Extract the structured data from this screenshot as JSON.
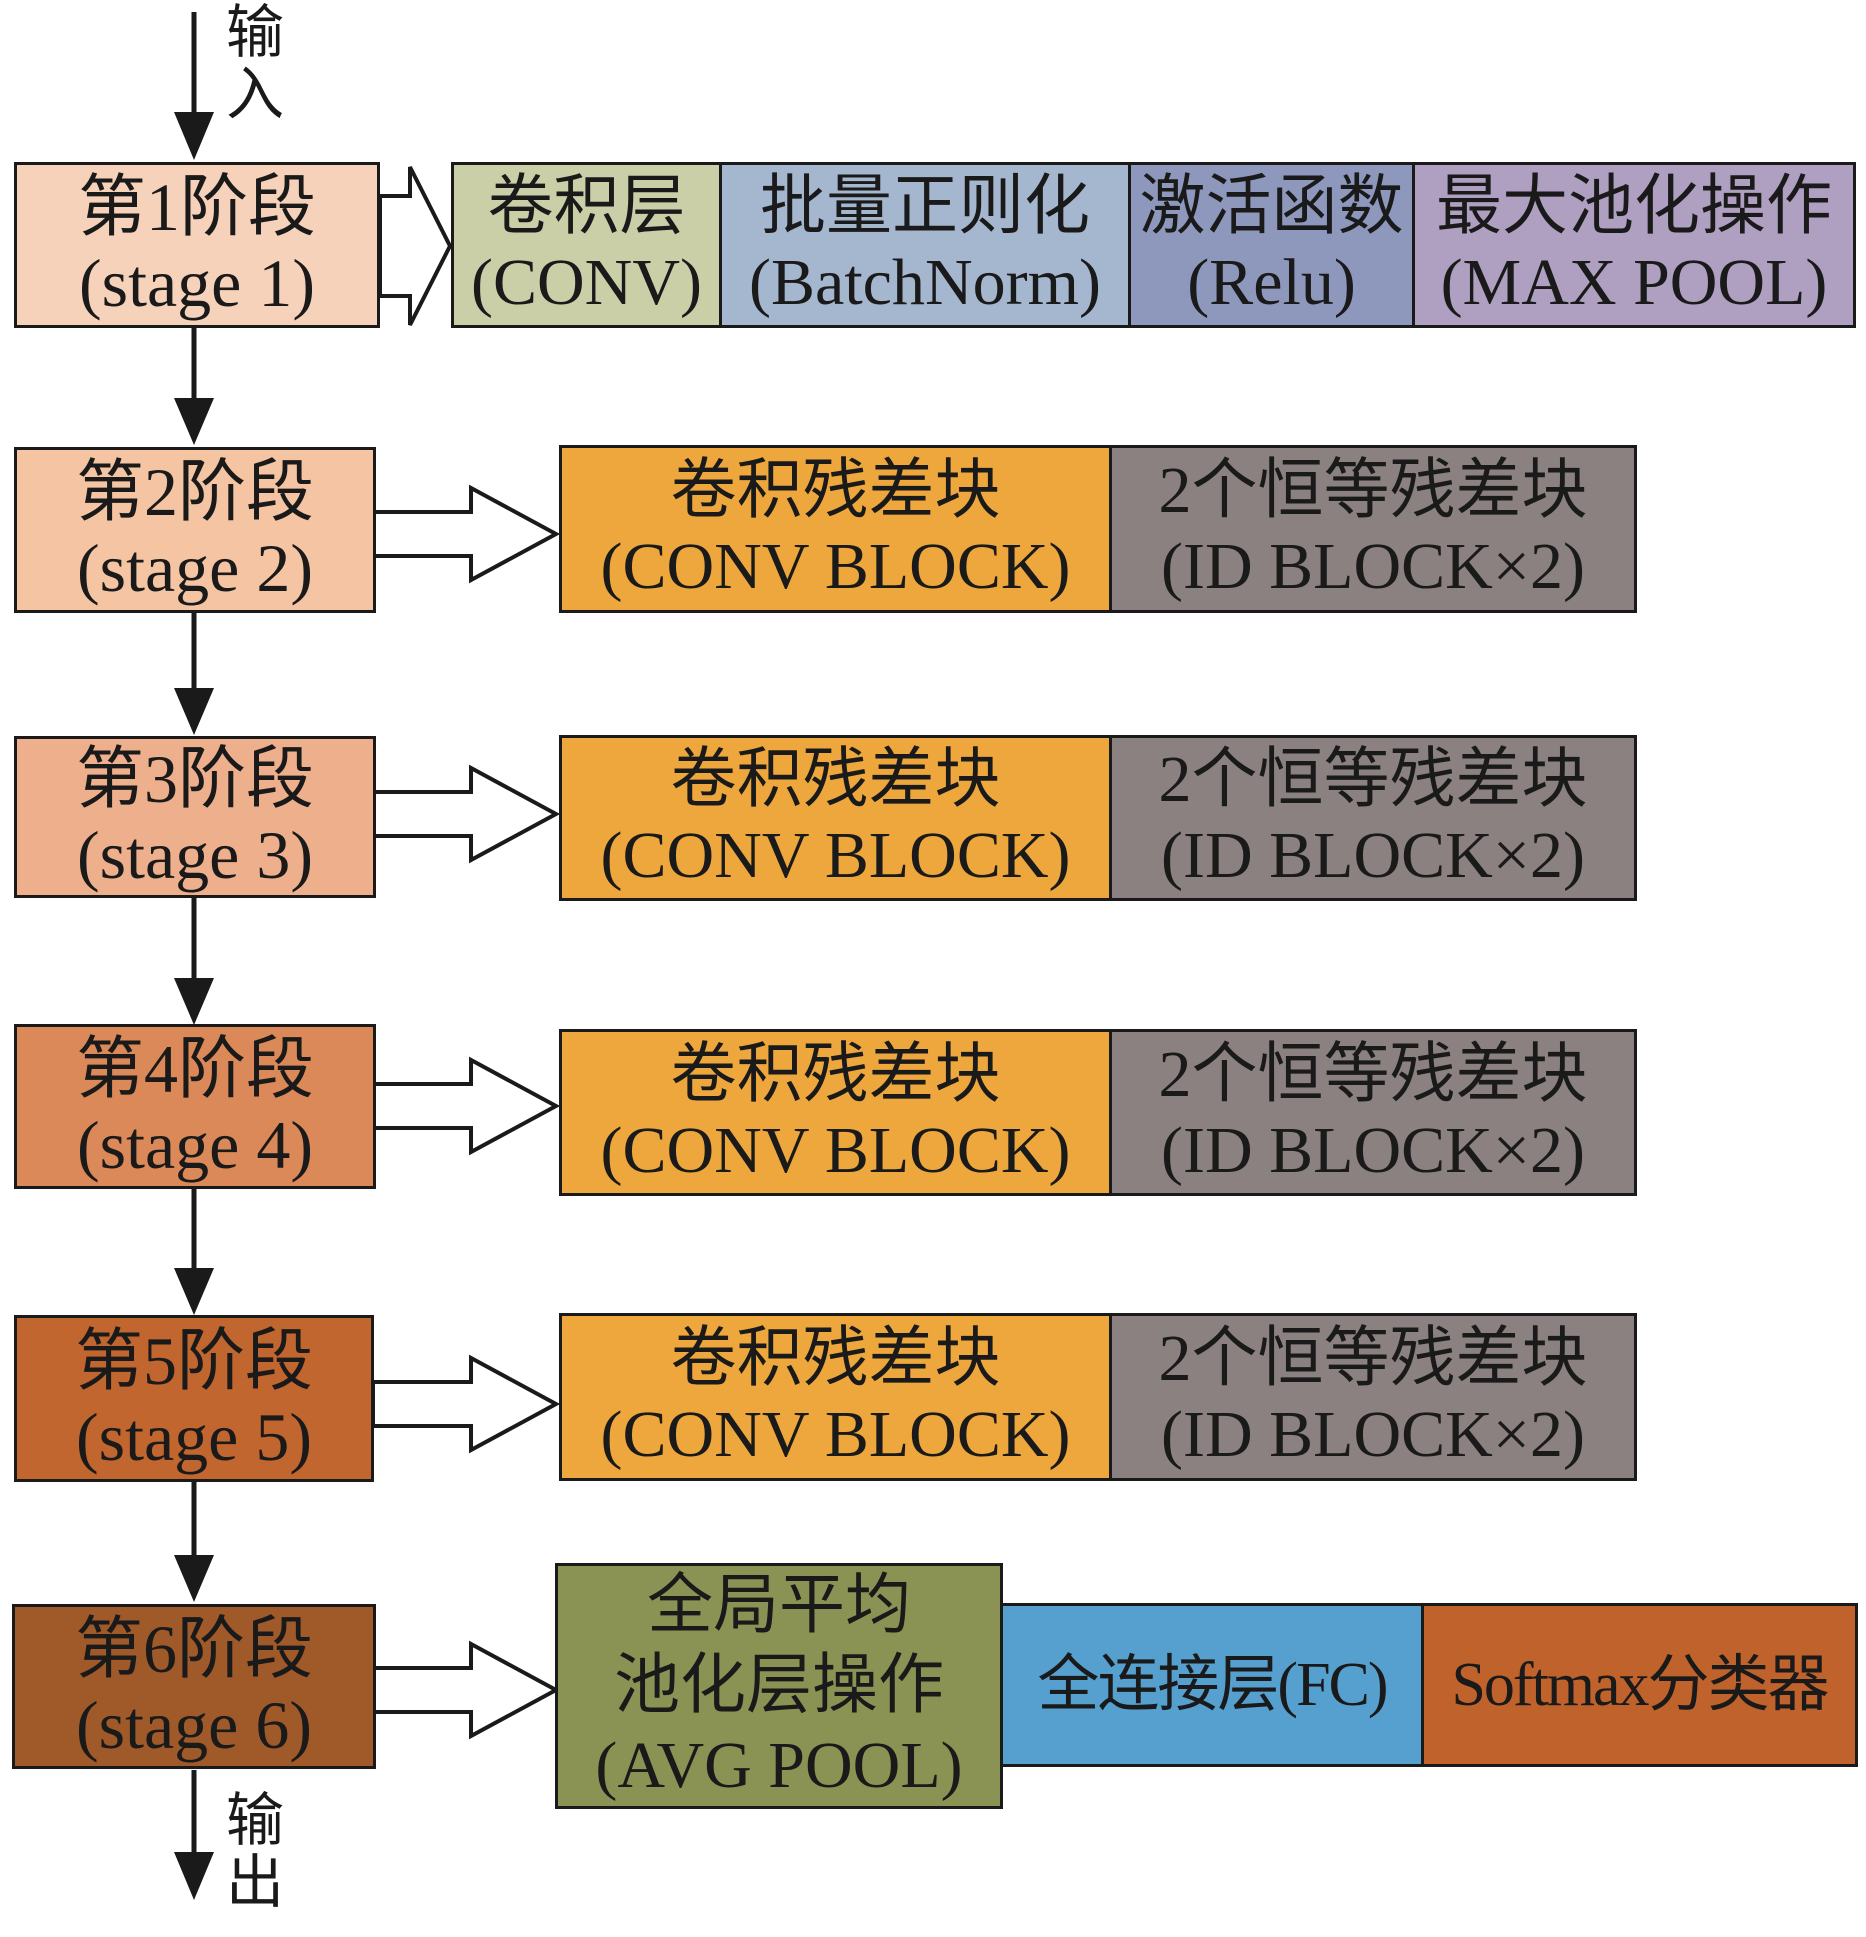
{
  "input_label": [
    "输",
    "入"
  ],
  "output_label": [
    "输",
    "出"
  ],
  "stages": [
    {
      "line1": "第1阶段",
      "line2": "(stage 1)",
      "color": "#F7D2BA"
    },
    {
      "line1": "第2阶段",
      "line2": "(stage 2)",
      "color": "#F5C4A3"
    },
    {
      "line1": "第3阶段",
      "line2": "(stage 3)",
      "color": "#EEB08C"
    },
    {
      "line1": "第4阶段",
      "line2": "(stage 4)",
      "color": "#DB8958"
    },
    {
      "line1": "第5阶段",
      "line2": "(stage 5)",
      "color": "#C1662F"
    },
    {
      "line1": "第6阶段",
      "line2": "(stage 6)",
      "color": "#A05A2A"
    }
  ],
  "stage1_ops": [
    {
      "line1": "卷积层",
      "line2": "(CONV)",
      "color": "#CACFA8"
    },
    {
      "line1": "批量正则化",
      "line2": "(BatchNorm)",
      "color": "#A5B6CF"
    },
    {
      "line1": "激活函数",
      "line2": "(Relu)",
      "color": "#8E98BD"
    },
    {
      "line1": "最大池化操作",
      "line2": "(MAX POOL)",
      "color": "#AF9FC1"
    }
  ],
  "residual_stages": [
    {
      "conv_block": {
        "line1": "卷积残差块",
        "line2": "(CONV BLOCK)",
        "color": "#EDA73D"
      },
      "id_block": {
        "line1": "2个恒等残差块",
        "line2": "(ID BLOCK×2)",
        "color": "#8A8180"
      }
    },
    {
      "conv_block": {
        "line1": "卷积残差块",
        "line2": "(CONV BLOCK)",
        "color": "#EDA73D"
      },
      "id_block": {
        "line1": "2个恒等残差块",
        "line2": "(ID BLOCK×2)",
        "color": "#8A8180"
      }
    },
    {
      "conv_block": {
        "line1": "卷积残差块",
        "line2": "(CONV BLOCK)",
        "color": "#EDA73D"
      },
      "id_block": {
        "line1": "2个恒等残差块",
        "line2": "(ID BLOCK×2)",
        "color": "#8A8180"
      }
    },
    {
      "conv_block": {
        "line1": "卷积残差块",
        "line2": "(CONV BLOCK)",
        "color": "#EDA73D"
      },
      "id_block": {
        "line1": "2个恒等残差块",
        "line2": "(ID BLOCK×2)",
        "color": "#8A8180"
      }
    }
  ],
  "stage6_ops": [
    {
      "lines": [
        "全局平均",
        "池化层操作",
        "(AVG POOL)"
      ],
      "color": "#8A9354"
    },
    {
      "lines": [
        "全连接层(FC)"
      ],
      "color": "#56A0D0"
    },
    {
      "lines": [
        "Softmax分类器"
      ],
      "color": "#C0622C"
    }
  ]
}
